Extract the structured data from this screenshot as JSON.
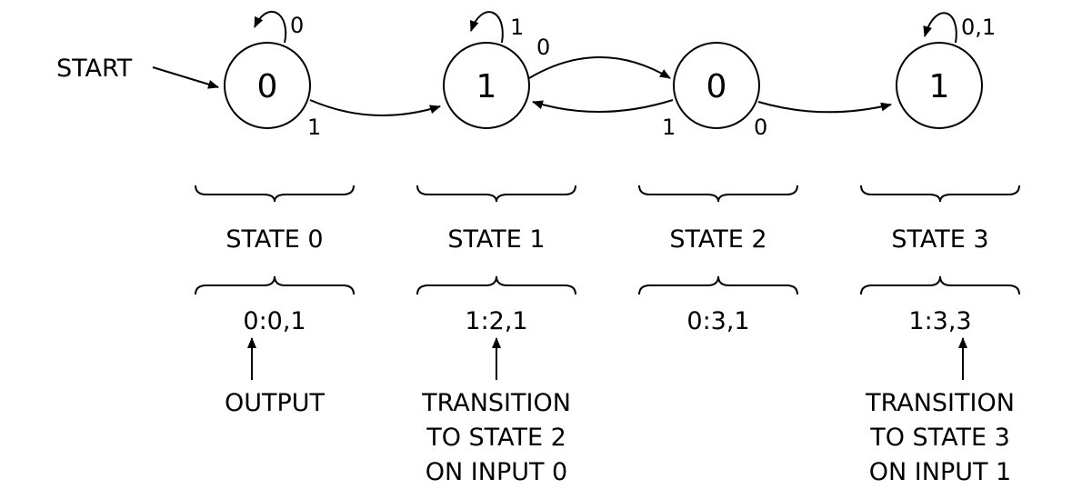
{
  "start_label": "START",
  "states": [
    {
      "id": "s0",
      "output": "0",
      "state_label": "STATE 0",
      "encoding": "0:0,1"
    },
    {
      "id": "s1",
      "output": "1",
      "state_label": "STATE 1",
      "encoding": "1:2,1"
    },
    {
      "id": "s2",
      "output": "0",
      "state_label": "STATE 2",
      "encoding": "0:3,1"
    },
    {
      "id": "s3",
      "output": "1",
      "state_label": "STATE 3",
      "encoding": "1:3,3"
    }
  ],
  "transitions": [
    {
      "id": "s0-loop",
      "label": "0"
    },
    {
      "id": "s0-s1",
      "label": "1"
    },
    {
      "id": "s1-loop",
      "label": "1"
    },
    {
      "id": "s1-s2",
      "label": "0"
    },
    {
      "id": "s2-s1",
      "label": "1"
    },
    {
      "id": "s2-s3",
      "label": "0"
    },
    {
      "id": "s3-loop",
      "label": "0,1"
    }
  ],
  "annotations": [
    {
      "id": "output",
      "lines": [
        "OUTPUT"
      ]
    },
    {
      "id": "transition-0",
      "lines": [
        "TRANSITION",
        "TO STATE 2",
        "ON INPUT 0"
      ]
    },
    {
      "id": "transition-1",
      "lines": [
        "TRANSITION",
        "TO STATE 3",
        "ON INPUT 1"
      ]
    }
  ]
}
